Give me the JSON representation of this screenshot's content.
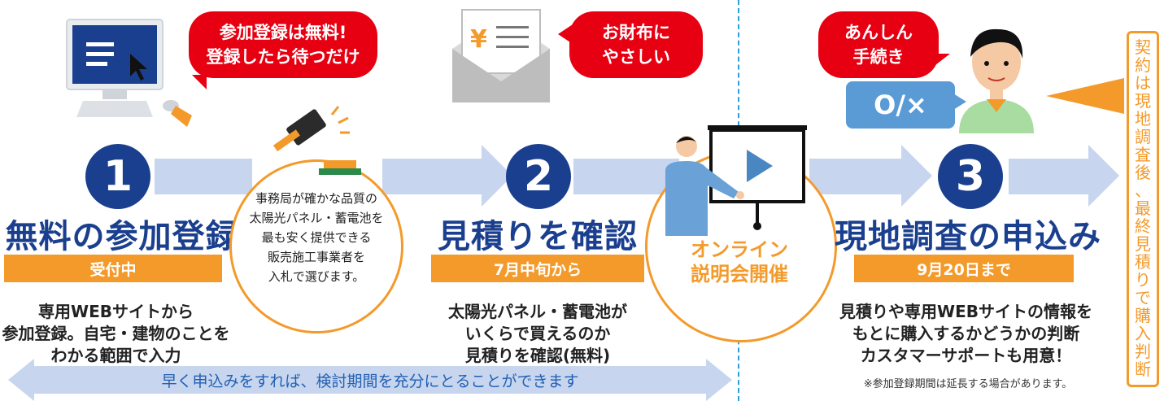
{
  "step1": {
    "number": "1",
    "title": "無料の参加登録",
    "badge": "受付中",
    "desc": [
      "専用WEBサイトから",
      "参加登録。自宅・建物のことを",
      "わかる範囲で入力"
    ],
    "bubble": [
      "参加登録は無料!",
      "登録したら待つだけ"
    ]
  },
  "auction": {
    "text": [
      "事務局が確かな品質の",
      "太陽光パネル・蓄電池を",
      "最も安く提供できる",
      "販売施工事業者を",
      "入札で選びます。"
    ]
  },
  "step2": {
    "number": "2",
    "title": "見積りを確認",
    "badge": "7月中旬から",
    "desc": [
      "太陽光パネル・蓄電池が",
      "いくらで買えるのか",
      "見積りを確認(無料)"
    ],
    "bubble": [
      "お財布に",
      "やさしい"
    ],
    "yen": "¥"
  },
  "online": {
    "text": [
      "オンライン",
      "説明会開催"
    ]
  },
  "step3": {
    "number": "3",
    "title": "現地調査の申込み",
    "badge": "9月20日まで",
    "desc": [
      "見積りや専用WEBサイトの情報を",
      "もとに購入するかどうかの判断",
      "カスタマーサポートも用意！"
    ],
    "bubble": [
      "あんしん",
      "手続き"
    ],
    "ox": "O/×"
  },
  "bottom_arrow_text": "早く申込みをすれば、検討期間を充分にとることができます",
  "note": "※参加登録期間は延長する場合があります。",
  "vertical_text": [
    "契",
    "約",
    "は",
    "現",
    "地",
    "調",
    "査",
    "後",
    "、",
    "最",
    "終",
    "見",
    "積",
    "り",
    "で",
    "購",
    "入",
    "判",
    "断"
  ],
  "colors": {
    "navy": "#1b3f8f",
    "orange": "#f39a2b",
    "red": "#e60012",
    "light_blue": "#c7d6ee",
    "divider": "#2d9fd9"
  }
}
